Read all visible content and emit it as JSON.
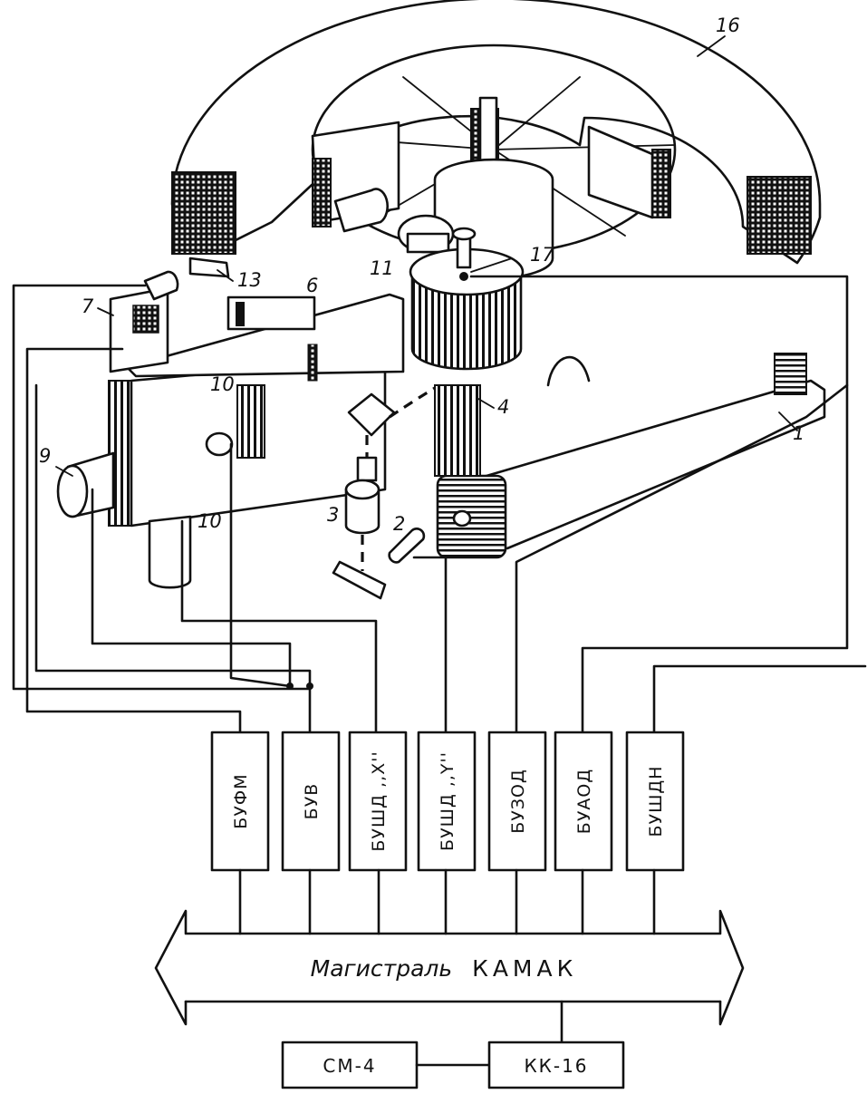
{
  "part_labels": [
    "16",
    "17",
    "13",
    "7",
    "6",
    "11",
    "10",
    "4",
    "1",
    "9",
    "10",
    "3",
    "2"
  ],
  "control_units": [
    "БУФМ",
    "БУВ",
    "БУШД ,,X''",
    "БУШД ,,Y''",
    "БУЗОД",
    "БУАОД",
    "БУШДН"
  ],
  "bus": {
    "label_italic": "Магистраль",
    "label_caps": "КАМАК"
  },
  "computer": {
    "label": "СМ-4"
  },
  "crate_controller": {
    "label": "КК-16"
  }
}
